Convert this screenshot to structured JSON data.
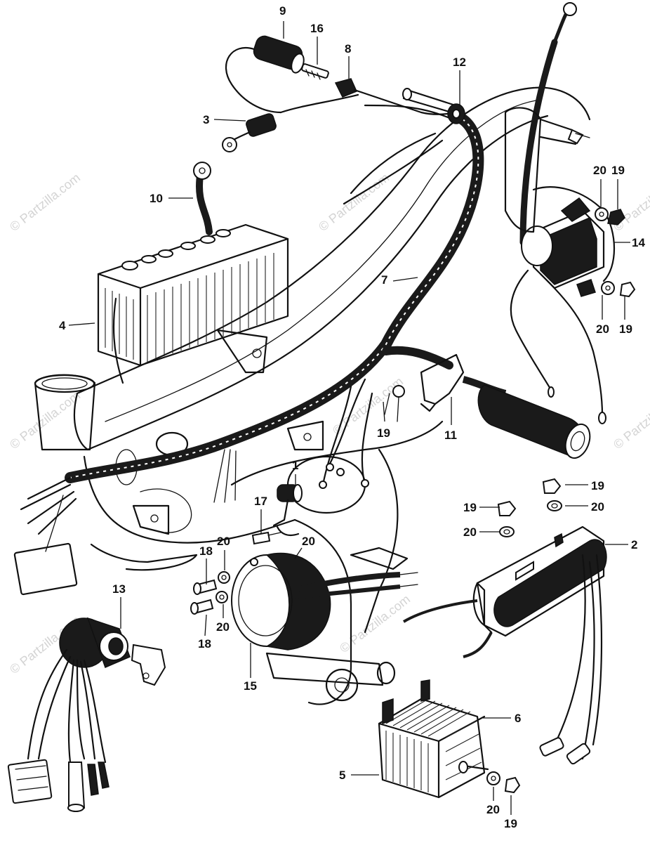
{
  "watermark": "© Partzilla.com",
  "callouts": [
    {
      "id": "c9",
      "text": "9"
    },
    {
      "id": "c16",
      "text": "16"
    },
    {
      "id": "c8",
      "text": "8"
    },
    {
      "id": "c12",
      "text": "12"
    },
    {
      "id": "c3",
      "text": "3"
    },
    {
      "id": "c10",
      "text": "10"
    },
    {
      "id": "c20a",
      "text": "20"
    },
    {
      "id": "c19a",
      "text": "19"
    },
    {
      "id": "c14",
      "text": "14"
    },
    {
      "id": "c7",
      "text": "7"
    },
    {
      "id": "c20b",
      "text": "20"
    },
    {
      "id": "c19b",
      "text": "19"
    },
    {
      "id": "c4",
      "text": "4"
    },
    {
      "id": "c19c",
      "text": "19"
    },
    {
      "id": "c11",
      "text": "11"
    },
    {
      "id": "c1",
      "text": "1"
    },
    {
      "id": "c19d",
      "text": "19"
    },
    {
      "id": "c19e",
      "text": "19"
    },
    {
      "id": "c20c",
      "text": "20"
    },
    {
      "id": "c17",
      "text": "17"
    },
    {
      "id": "c20d",
      "text": "20"
    },
    {
      "id": "c20e",
      "text": "20"
    },
    {
      "id": "c2",
      "text": "2"
    },
    {
      "id": "c18a",
      "text": "18"
    },
    {
      "id": "c20f",
      "text": "20"
    },
    {
      "id": "c13",
      "text": "13"
    },
    {
      "id": "c18b",
      "text": "18"
    },
    {
      "id": "c20g",
      "text": "20"
    },
    {
      "id": "c15",
      "text": "15"
    },
    {
      "id": "c6",
      "text": "6"
    },
    {
      "id": "c5",
      "text": "5"
    },
    {
      "id": "c20h",
      "text": "20"
    },
    {
      "id": "c19f",
      "text": "19"
    }
  ]
}
